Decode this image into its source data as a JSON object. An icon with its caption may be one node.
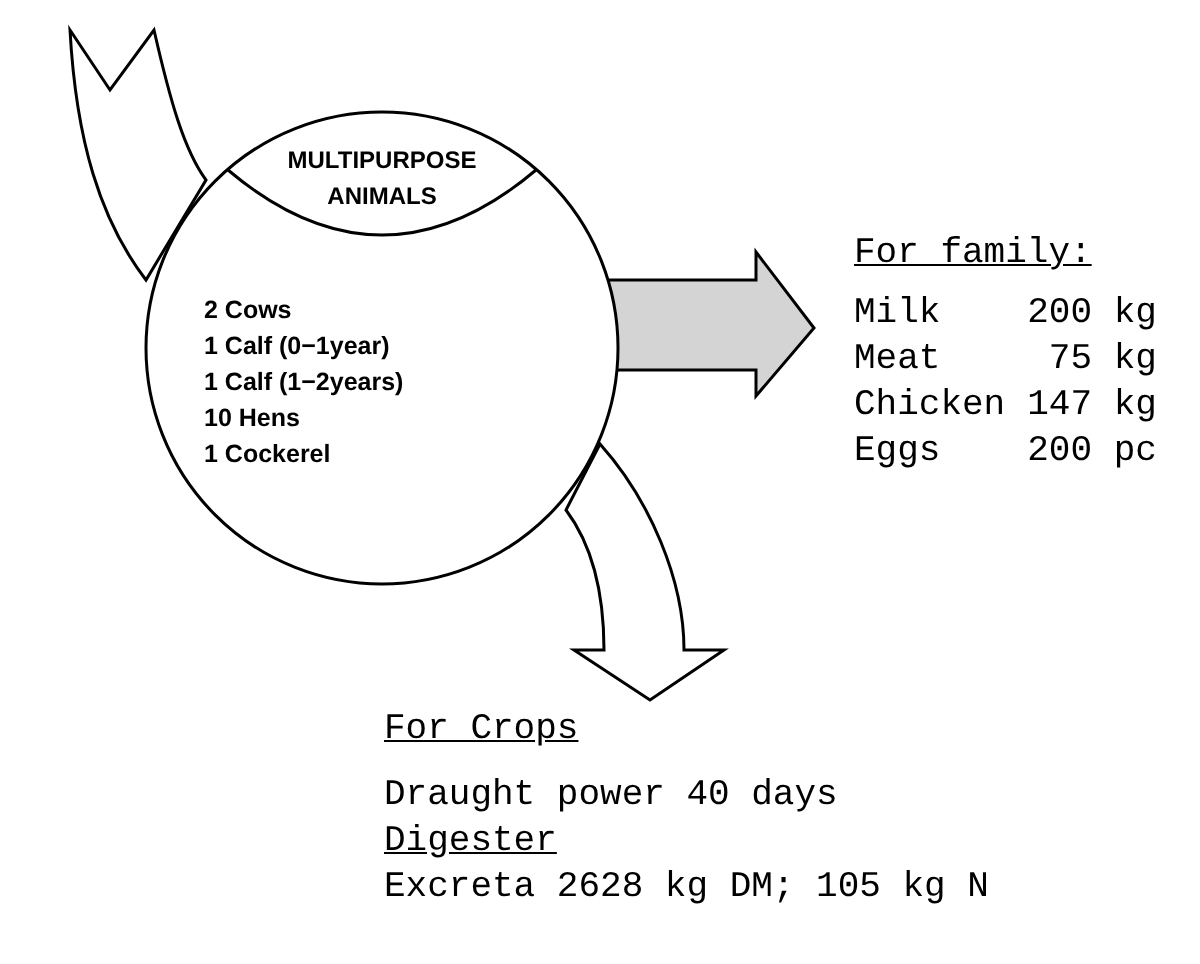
{
  "diagram": {
    "nodes": [
      {
        "text": [
          "MULTIPURPOSE ANIMALS",
          "2 Cows",
          "1 Calf (0−1year)",
          "1 Calf (1−2years)",
          "10 Hens",
          "1 Cockerel"
        ]
      },
      {
        "text": [
          "For family:",
          "Milk",
          "200 kg",
          "Meat",
          "75 kg",
          "Chicken",
          "147 kg",
          "Eggs",
          "200 pc"
        ]
      },
      {
        "text": [
          "For Crops",
          "Draught power 40 days",
          "Digester",
          "Excreta 2628 kg DM; 105 kg N"
        ]
      }
    ],
    "edges": [
      {
        "from": 0,
        "to": 1,
        "arrow": "to",
        "color": "#d4d4d4"
      },
      {
        "from": 0,
        "to": 2,
        "arrow": "to"
      },
      {
        "from": null,
        "to": 0,
        "arrow": "to"
      }
    ]
  }
}
